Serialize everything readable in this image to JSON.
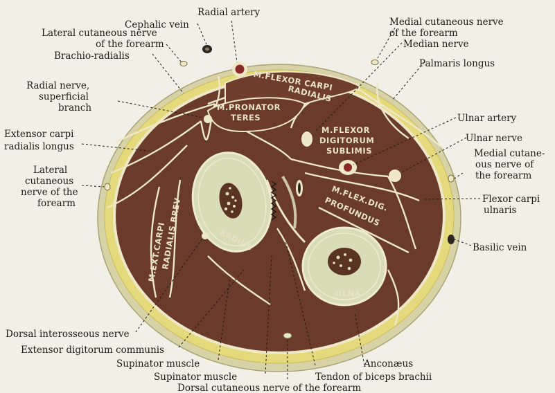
{
  "labels": {
    "radial_artery": "Radial artery",
    "cephalic_vein": "Cephalic vein",
    "lat_cut_nerve_top": "Lateral cutaneous nerve",
    "lat_cut_nerve_top2": "of the forearm",
    "brachio_radialis": "Brachio-radialis",
    "radial_nerve1": "Radial nerve,",
    "radial_nerve2": "superficial",
    "radial_nerve3": "branch",
    "ext_carpi_rad_long1": "Extensor carpi",
    "ext_carpi_rad_long2": "radialis longus",
    "lat_cut_left1": "Lateral",
    "lat_cut_left2": "cutaneous",
    "lat_cut_left3": "nerve of the",
    "lat_cut_left4": "forearm",
    "med_cut_nerve_top1": "Medial cutaneous nerve",
    "med_cut_nerve_top2": "of the forearm",
    "median_nerve": "Median nerve",
    "palmaris_longus": "Palmaris longus",
    "ulnar_artery": "Ulnar artery",
    "ulnar_nerve": "Ulnar nerve",
    "med_cut_right1": "Medial cutane-",
    "med_cut_right2": "ous nerve of",
    "med_cut_right3": "the forearm",
    "flexor_carpi_ulnaris1": "Flexor carpi",
    "flexor_carpi_ulnaris2": "ulnaris",
    "basilic_vein": "Basilic vein",
    "dorsal_interosseous": "Dorsal interosseous nerve",
    "ext_dig_communis": "Extensor digitorum communis",
    "supinator1": "Supinator muscle",
    "supinator2": "Supinator muscle",
    "anconaeus": "Anconæus",
    "tendon_biceps": "Tendon of biceps brachii",
    "dorsal_cut_nerve": "Dorsal cutaneous nerve of the forearm"
  },
  "inner_labels": {
    "flexor_carpi_radialis1": "M.FLEXOR CARPI",
    "flexor_carpi_radialis2": "RADIALIS",
    "pronator_teres1": "M.PRONATOR",
    "pronator_teres2": "TERES",
    "flexor_dig_sub1": "M.FLEXOR",
    "flexor_dig_sub2": "DIGITORUM",
    "flexor_dig_sub3": "SUBLIMIS",
    "ext_carpi_rad_brev1": "M.EXT.CARPI",
    "ext_carpi_rad_brev2": "RADIALIS BREV",
    "flexor_dig_prof1": "M.FLEX.DIG.",
    "flexor_dig_prof2": "PROFUNDUS",
    "radius": "RADIUS",
    "ulna": "ULNA"
  },
  "colors": {
    "skin": "#dcd6a8",
    "fat": "#e6dc7a",
    "muscle": "#6a3b2a",
    "bone": "#d9dcb4",
    "fascia": "#efe8c8"
  }
}
